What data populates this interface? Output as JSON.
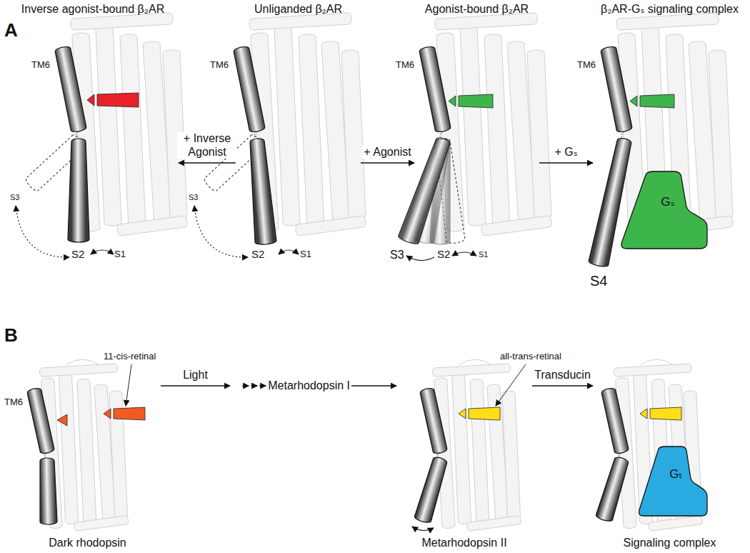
{
  "diagram": {
    "nodes": [
      {
        "text": [
          "Inverse agonist-bound β₂AR"
        ]
      },
      {
        "text": [
          "Unliganded β₂AR"
        ]
      },
      {
        "text": [
          "Agonist-bound β₂AR"
        ]
      },
      {
        "text": [
          "β₂AR-Gₛ signaling complex"
        ]
      },
      {
        "text": [
          "Gₛ"
        ],
        "in": 3
      },
      {
        "text": [
          "Dark rhodopsin"
        ]
      },
      {
        "text": [
          "Metarhodopsin I"
        ]
      },
      {
        "text": [
          "Metarhodopsin II"
        ]
      },
      {
        "text": [
          "Signaling complex"
        ]
      },
      {
        "text": [
          "Gₜ"
        ],
        "in": 8
      }
    ],
    "edges": [
      {
        "from": 1,
        "to": 0,
        "arrow": "to",
        "label": "+ Inverse Agonist"
      },
      {
        "from": 1,
        "to": 2,
        "arrow": "to",
        "label": "+ Agonist"
      },
      {
        "from": 2,
        "to": 3,
        "arrow": "to",
        "label": "+ Gₛ"
      },
      {
        "from": 5,
        "to": 6,
        "arrow": "to",
        "label": "Light"
      },
      {
        "from": 6,
        "to": 7,
        "arrow": "to"
      },
      {
        "from": 7,
        "to": 8,
        "arrow": "to",
        "label": "Transducin"
      }
    ],
    "labels": [
      "A",
      "TM6",
      "S3",
      "S2",
      "S1",
      "TM6",
      "S3",
      "S2",
      "S1",
      "TM6",
      "S3",
      "S2",
      "S1",
      "TM6",
      "S4",
      "B",
      "TM6",
      "11-cis-retinal",
      "all-trans-retinal"
    ]
  }
}
